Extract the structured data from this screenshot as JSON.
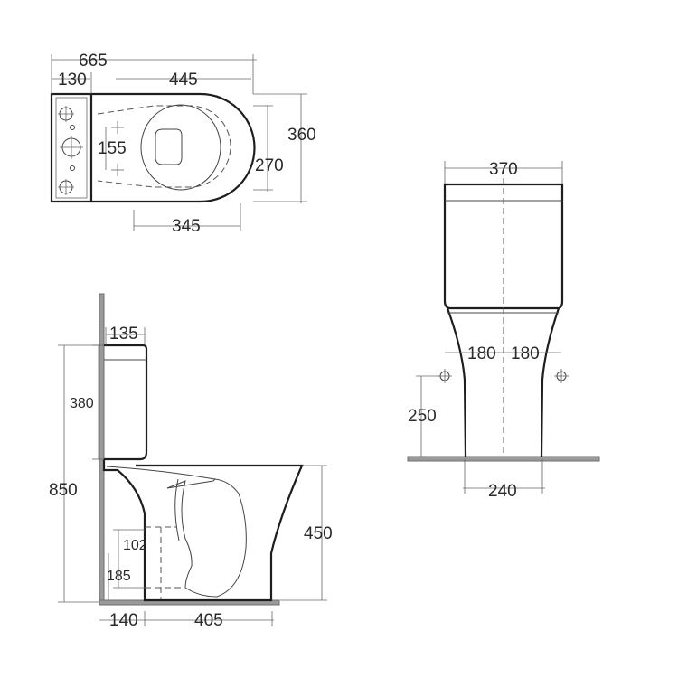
{
  "plan_view": {
    "overall_length": "665",
    "cistern_depth": "130",
    "bowl_length": "445",
    "fixing_spacing": "155",
    "overall_width": "360",
    "bowl_width": "270",
    "pan_length": "345"
  },
  "side_view": {
    "cistern_top_depth": "135",
    "cistern_height": "380",
    "overall_height": "850",
    "seat_height": "450",
    "outlet_diameter": "102",
    "outlet_height": "185",
    "outlet_wall_distance": "140",
    "foot_length": "405"
  },
  "front_view": {
    "cistern_width": "370",
    "fixing_left": "180",
    "fixing_right": "180",
    "fixing_height": "250",
    "foot_width": "240"
  }
}
